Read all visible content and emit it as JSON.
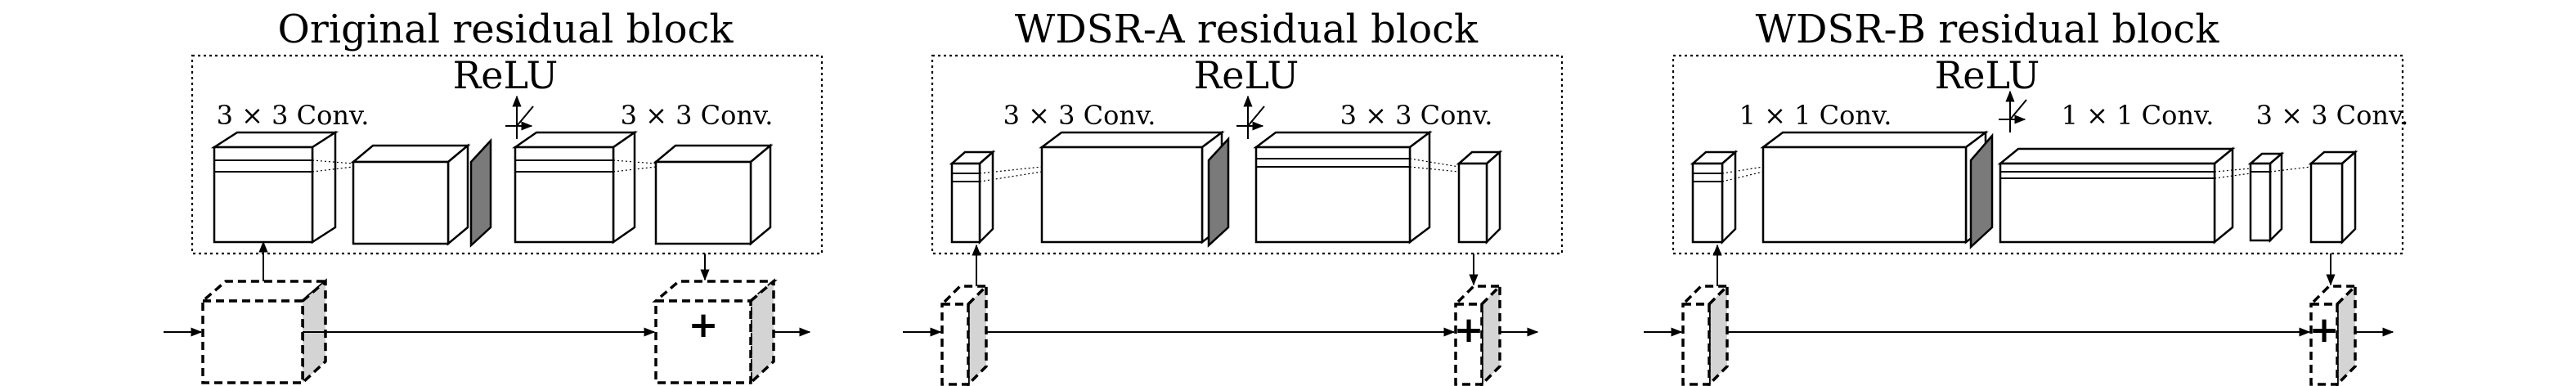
{
  "panels": [
    {
      "title": "Original residual block",
      "relu": "ReLU",
      "conv_labels": [
        "3 × 3 Conv.",
        "3 × 3 Conv."
      ],
      "plus": "+"
    },
    {
      "title": "WDSR-A residual block",
      "relu": "ReLU",
      "conv_labels": [
        "3 × 3 Conv.",
        "3 × 3 Conv."
      ],
      "plus": "+"
    },
    {
      "title": "WDSR-B residual block",
      "relu": "ReLU",
      "conv_labels": [
        "1 × 1 Conv.",
        "1 × 1 Conv.",
        "3 × 3 Conv."
      ],
      "plus": "+"
    }
  ],
  "colors": {
    "activation": "#7a7a7a",
    "tensor_side": "#d4d4d4",
    "stroke": "#000000"
  }
}
